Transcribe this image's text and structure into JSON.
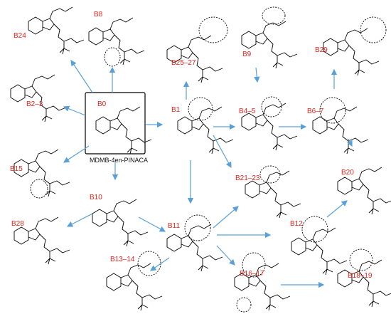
{
  "diagram": {
    "main_caption": "MDMB-4en-PINACA",
    "labels": {
      "B0": "B0",
      "B1": "B1",
      "B2_3": "B2–3",
      "B4_5": "B4–5",
      "B6_7": "B6–7",
      "B8": "B8",
      "B9": "B9",
      "B10": "B10",
      "B11": "B11",
      "B12": "B12",
      "B13_14": "B13–14",
      "B15": "B15",
      "B16_17": "B16–17",
      "B18_19": "B18–19",
      "B20": "B20",
      "B21_23": "B21–23",
      "B24": "B24",
      "B25_27": "B25–27",
      "B28": "B28",
      "B29": "B29"
    },
    "label_color": "#e8231c",
    "arrow_color": "#5aa0d8"
  }
}
